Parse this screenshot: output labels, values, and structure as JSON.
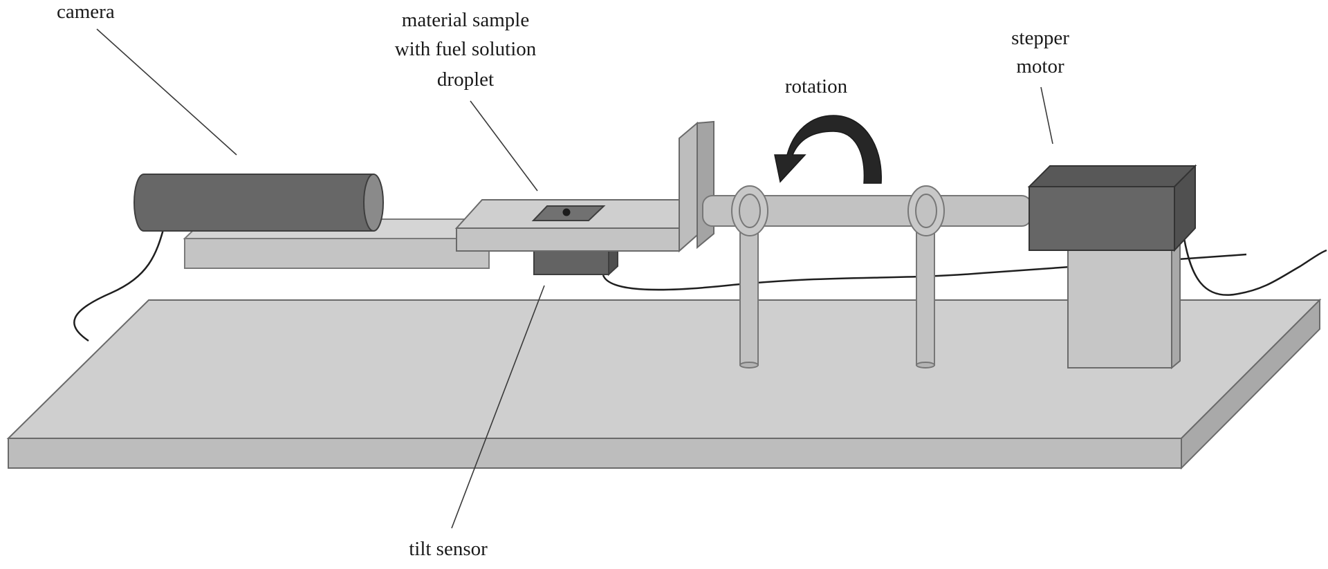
{
  "labels": {
    "camera": "camera",
    "sample_line1": "material sample",
    "sample_line2": "with fuel solution",
    "sample_line3": "droplet",
    "rotation": "rotation",
    "motor_line1": "stepper",
    "motor_line2": "motor",
    "tilt_sensor": "tilt sensor"
  },
  "colors": {
    "base_top": "#cfcfcf",
    "base_front": "#bdbdbd",
    "base_side": "#a9a9a9",
    "outline": "#6a6a6a",
    "dark_body": "#676767",
    "dark_top": "#5a5a5a",
    "rod": "#c2c2c2",
    "arrow": "#262626",
    "line": "#3a3a3a"
  },
  "icons": {
    "rotation_arrow": "curved-arrow-counterclockwise"
  }
}
